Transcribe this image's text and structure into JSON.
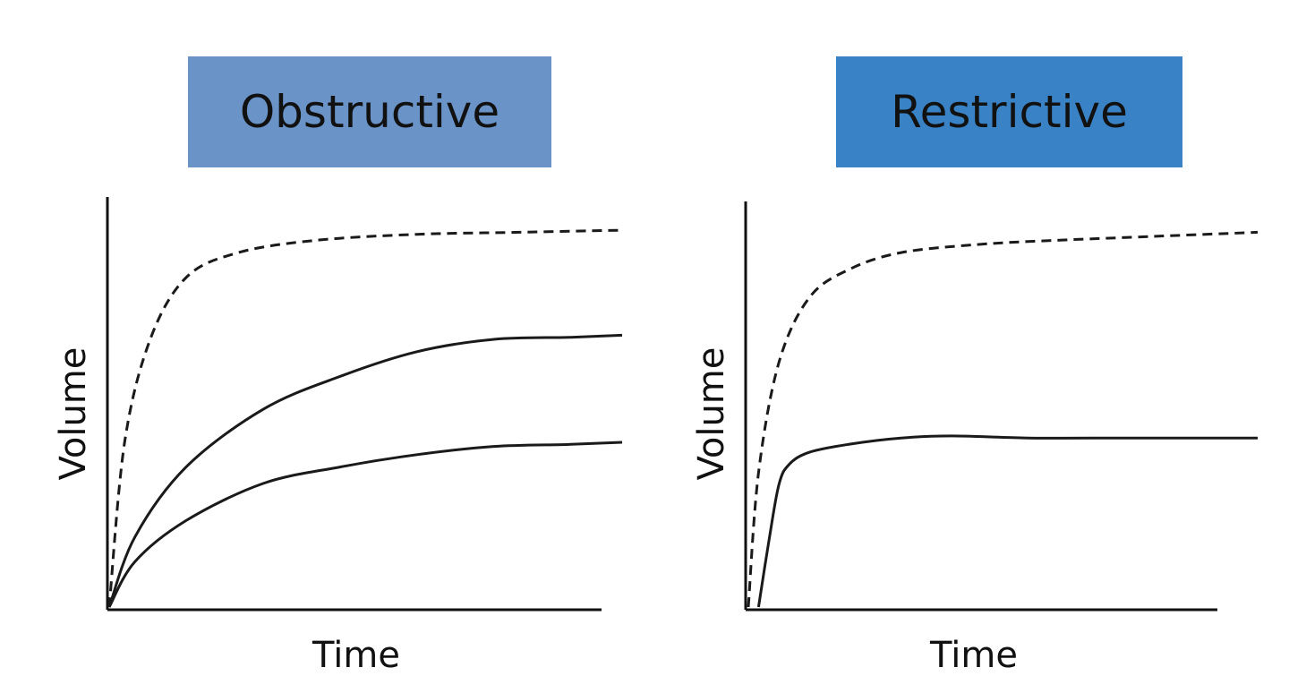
{
  "panels": [
    {
      "title": "Obstructive",
      "color": "#6a93c7"
    },
    {
      "title": "Restrictive",
      "color": "#3a82c6"
    }
  ],
  "chart_data": [
    {
      "type": "line",
      "title": "Obstructive",
      "xlabel": "Time",
      "ylabel": "Volume",
      "xlim": [
        0,
        1
      ],
      "ylim": [
        0,
        1
      ],
      "series": [
        {
          "style": "dashed",
          "x": [
            0,
            0.03,
            0.08,
            0.15,
            0.25,
            0.4,
            0.6,
            0.8,
            1.0
          ],
          "y": [
            0,
            0.4,
            0.65,
            0.8,
            0.86,
            0.89,
            0.905,
            0.91,
            0.915
          ]
        },
        {
          "style": "solid",
          "x": [
            0,
            0.05,
            0.15,
            0.3,
            0.45,
            0.6,
            0.75,
            0.9,
            1.0
          ],
          "y": [
            0,
            0.17,
            0.34,
            0.48,
            0.56,
            0.62,
            0.65,
            0.655,
            0.66
          ]
        },
        {
          "style": "solid",
          "x": [
            0,
            0.05,
            0.15,
            0.3,
            0.45,
            0.6,
            0.75,
            0.9,
            1.0
          ],
          "y": [
            0,
            0.11,
            0.21,
            0.3,
            0.34,
            0.37,
            0.39,
            0.395,
            0.4
          ]
        }
      ]
    },
    {
      "type": "line",
      "title": "Restrictive",
      "xlabel": "Time",
      "ylabel": "Volume",
      "xlim": [
        0,
        1
      ],
      "ylim": [
        0,
        1
      ],
      "series": [
        {
          "style": "dashed",
          "x": [
            0,
            0.02,
            0.06,
            0.12,
            0.2,
            0.3,
            0.45,
            0.6,
            0.8,
            1.0
          ],
          "y": [
            0,
            0.33,
            0.6,
            0.76,
            0.83,
            0.87,
            0.89,
            0.9,
            0.91,
            0.92
          ]
        },
        {
          "style": "solid",
          "x": [
            0.02,
            0.04,
            0.06,
            0.08,
            0.12,
            0.2,
            0.3,
            0.4,
            0.55,
            0.75,
            1.0
          ],
          "y": [
            0,
            0.16,
            0.3,
            0.35,
            0.38,
            0.4,
            0.415,
            0.42,
            0.415,
            0.415,
            0.415
          ]
        }
      ]
    }
  ]
}
